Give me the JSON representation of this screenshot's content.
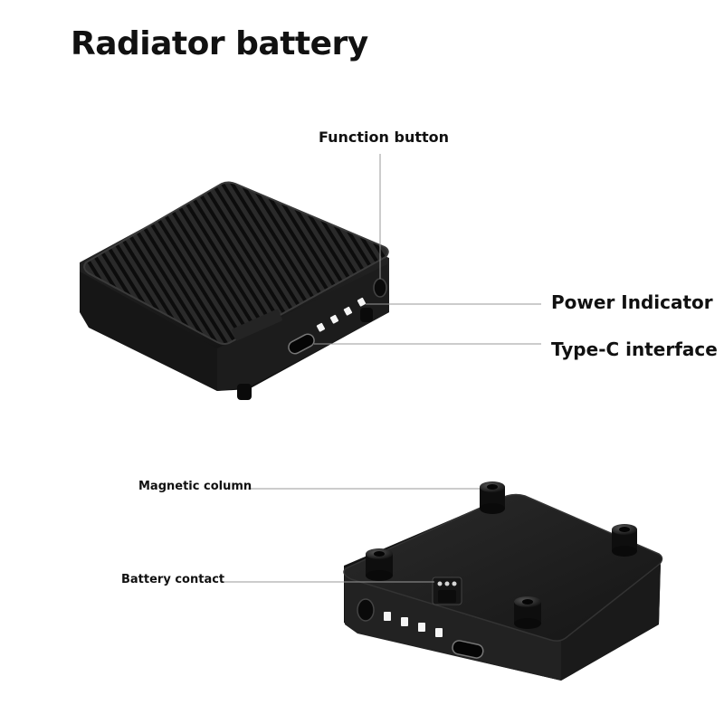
{
  "page": {
    "title": "Radiator battery"
  },
  "top_view": {
    "labels": {
      "function_button": "Function button",
      "power_indicator": "Power Indicator",
      "type_c_interface": "Type-C interface"
    },
    "indicator_count": 4
  },
  "bottom_view": {
    "labels": {
      "magnetic_column": "Magnetic column",
      "battery_contact": "Battery contact"
    },
    "indicator_count": 4,
    "magnetic_column_count": 4
  },
  "colors": {
    "text": "#111111",
    "leader_line": "#999999",
    "device_body": "#1e1e1e",
    "indicator_led": "#f5f5f5"
  }
}
